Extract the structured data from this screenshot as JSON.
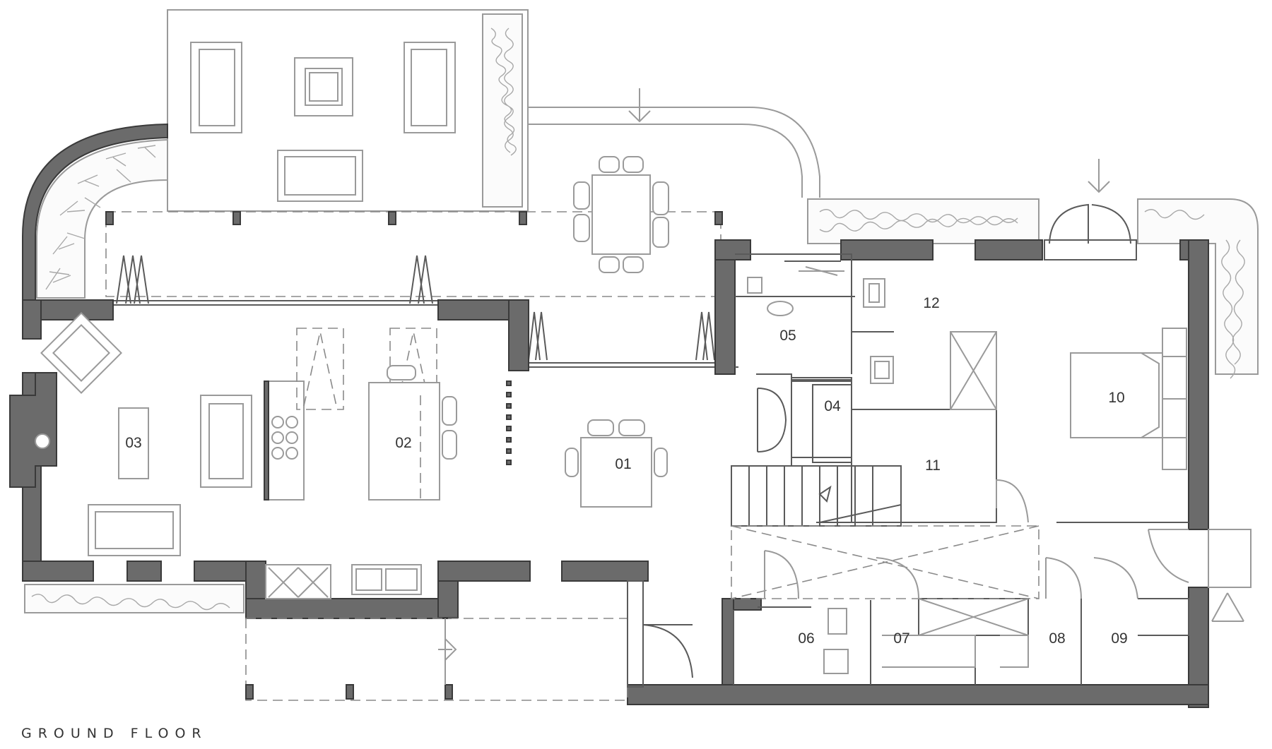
{
  "plan": {
    "title": "GROUND FLOOR",
    "rooms": [
      {
        "id": "01"
      },
      {
        "id": "02"
      },
      {
        "id": "03"
      },
      {
        "id": "04"
      },
      {
        "id": "05"
      },
      {
        "id": "06"
      },
      {
        "id": "07"
      },
      {
        "id": "08"
      },
      {
        "id": "09"
      },
      {
        "id": "10"
      },
      {
        "id": "11"
      },
      {
        "id": "12"
      }
    ]
  },
  "colors": {
    "wall": "#6b6b6b",
    "line": "#9a9a9a",
    "text": "#333333",
    "background": "#ffffff"
  }
}
